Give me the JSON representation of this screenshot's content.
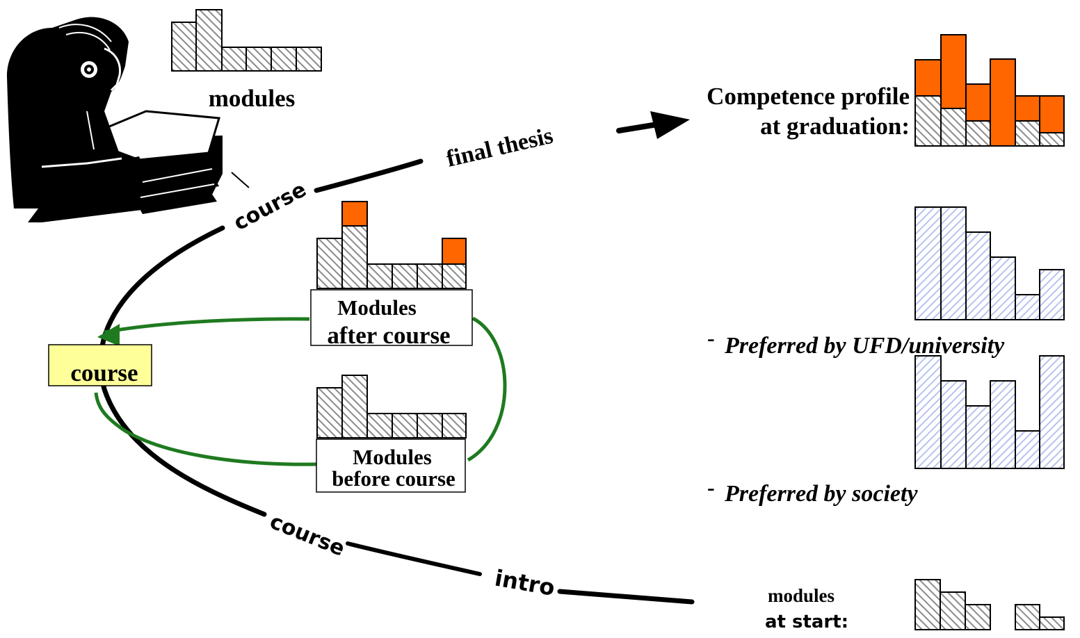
{
  "colors": {
    "accent_orange": "#ff6600",
    "path_black": "#000000",
    "loop_green": "#1f7a1f",
    "course_box_fill": "#ffff99",
    "hatch_gray": "#8a8a8a",
    "hatch_blue": "#b9c2ee"
  },
  "illustration": {
    "icon": "person-studying-at-desk-icon"
  },
  "labels": {
    "modules_top": "modules",
    "final_thesis": "final thesis",
    "course_upper": "course",
    "course_lower": "course",
    "intro": "intro",
    "course_box": "course",
    "modules_after_line1": "Modules",
    "modules_after_line2": "after course",
    "modules_before_line1": "Modules",
    "modules_before_line2": "before course",
    "competence_line1": "Competence profile",
    "competence_line2": "at graduation:",
    "dash1": "-",
    "preferred_university": "Preferred by UFD/university",
    "dash2": "-",
    "preferred_society": "Preferred by society",
    "modules_start_line1": "modules",
    "modules_start_line2": "at start:"
  }
}
